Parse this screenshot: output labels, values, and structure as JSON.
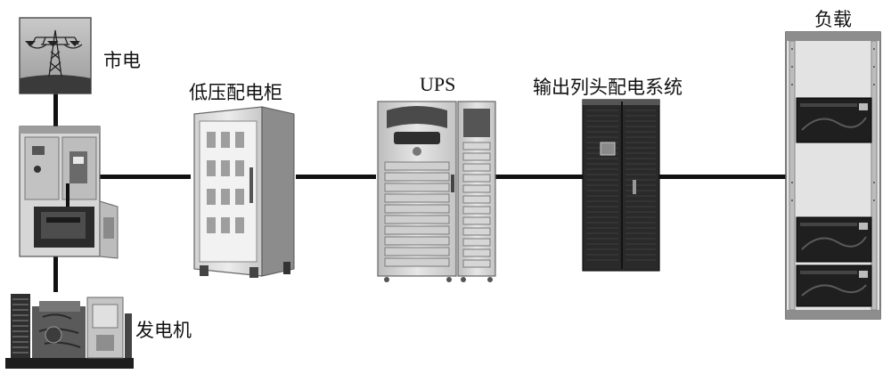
{
  "diagram": {
    "labels": {
      "utility": "市电",
      "low_voltage_cabinet": "低压配电柜",
      "ups": "UPS",
      "output_distribution": "输出列头配电系统",
      "load": "负载",
      "generator": "发电机"
    }
  }
}
